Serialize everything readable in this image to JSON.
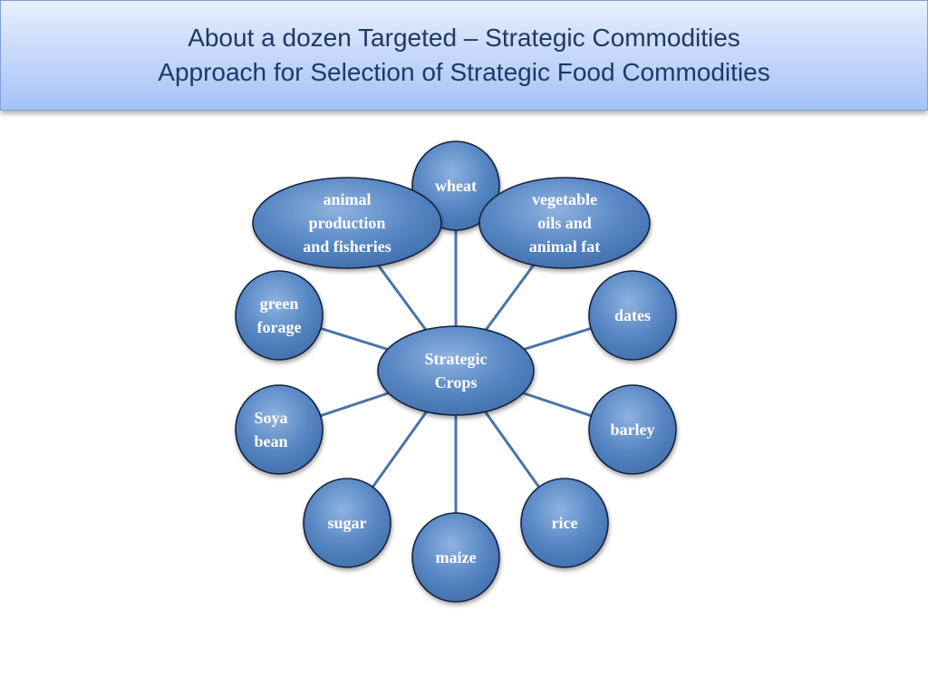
{
  "title": {
    "line1": "About a dozen Targeted – Strategic Commodities",
    "line2": "Approach for Selection of Strategic Food Commodities"
  },
  "colors": {
    "node_fill": "#4f7fba",
    "node_stroke": "#14243d",
    "connector": "#4a73a8",
    "title_text": "#1f3864"
  },
  "diagram": {
    "center": {
      "label_lines": [
        "Strategic",
        "Crops"
      ]
    },
    "nodes": [
      {
        "id": "wheat",
        "label_lines": [
          "wheat"
        ]
      },
      {
        "id": "vegetable-oils",
        "label_lines": [
          "vegetable",
          "oils and",
          "animal fat"
        ]
      },
      {
        "id": "dates",
        "label_lines": [
          "dates"
        ]
      },
      {
        "id": "barley",
        "label_lines": [
          "barley"
        ]
      },
      {
        "id": "rice",
        "label_lines": [
          "rice"
        ]
      },
      {
        "id": "maize",
        "label_lines": [
          "maize"
        ]
      },
      {
        "id": "sugar",
        "label_lines": [
          "sugar"
        ]
      },
      {
        "id": "soya-bean",
        "label_lines": [
          "Soya",
          "bean"
        ]
      },
      {
        "id": "green-forage",
        "label_lines": [
          "green",
          "forage"
        ]
      },
      {
        "id": "animal-production",
        "label_lines": [
          "animal",
          "production",
          "and fisheries"
        ]
      }
    ]
  }
}
